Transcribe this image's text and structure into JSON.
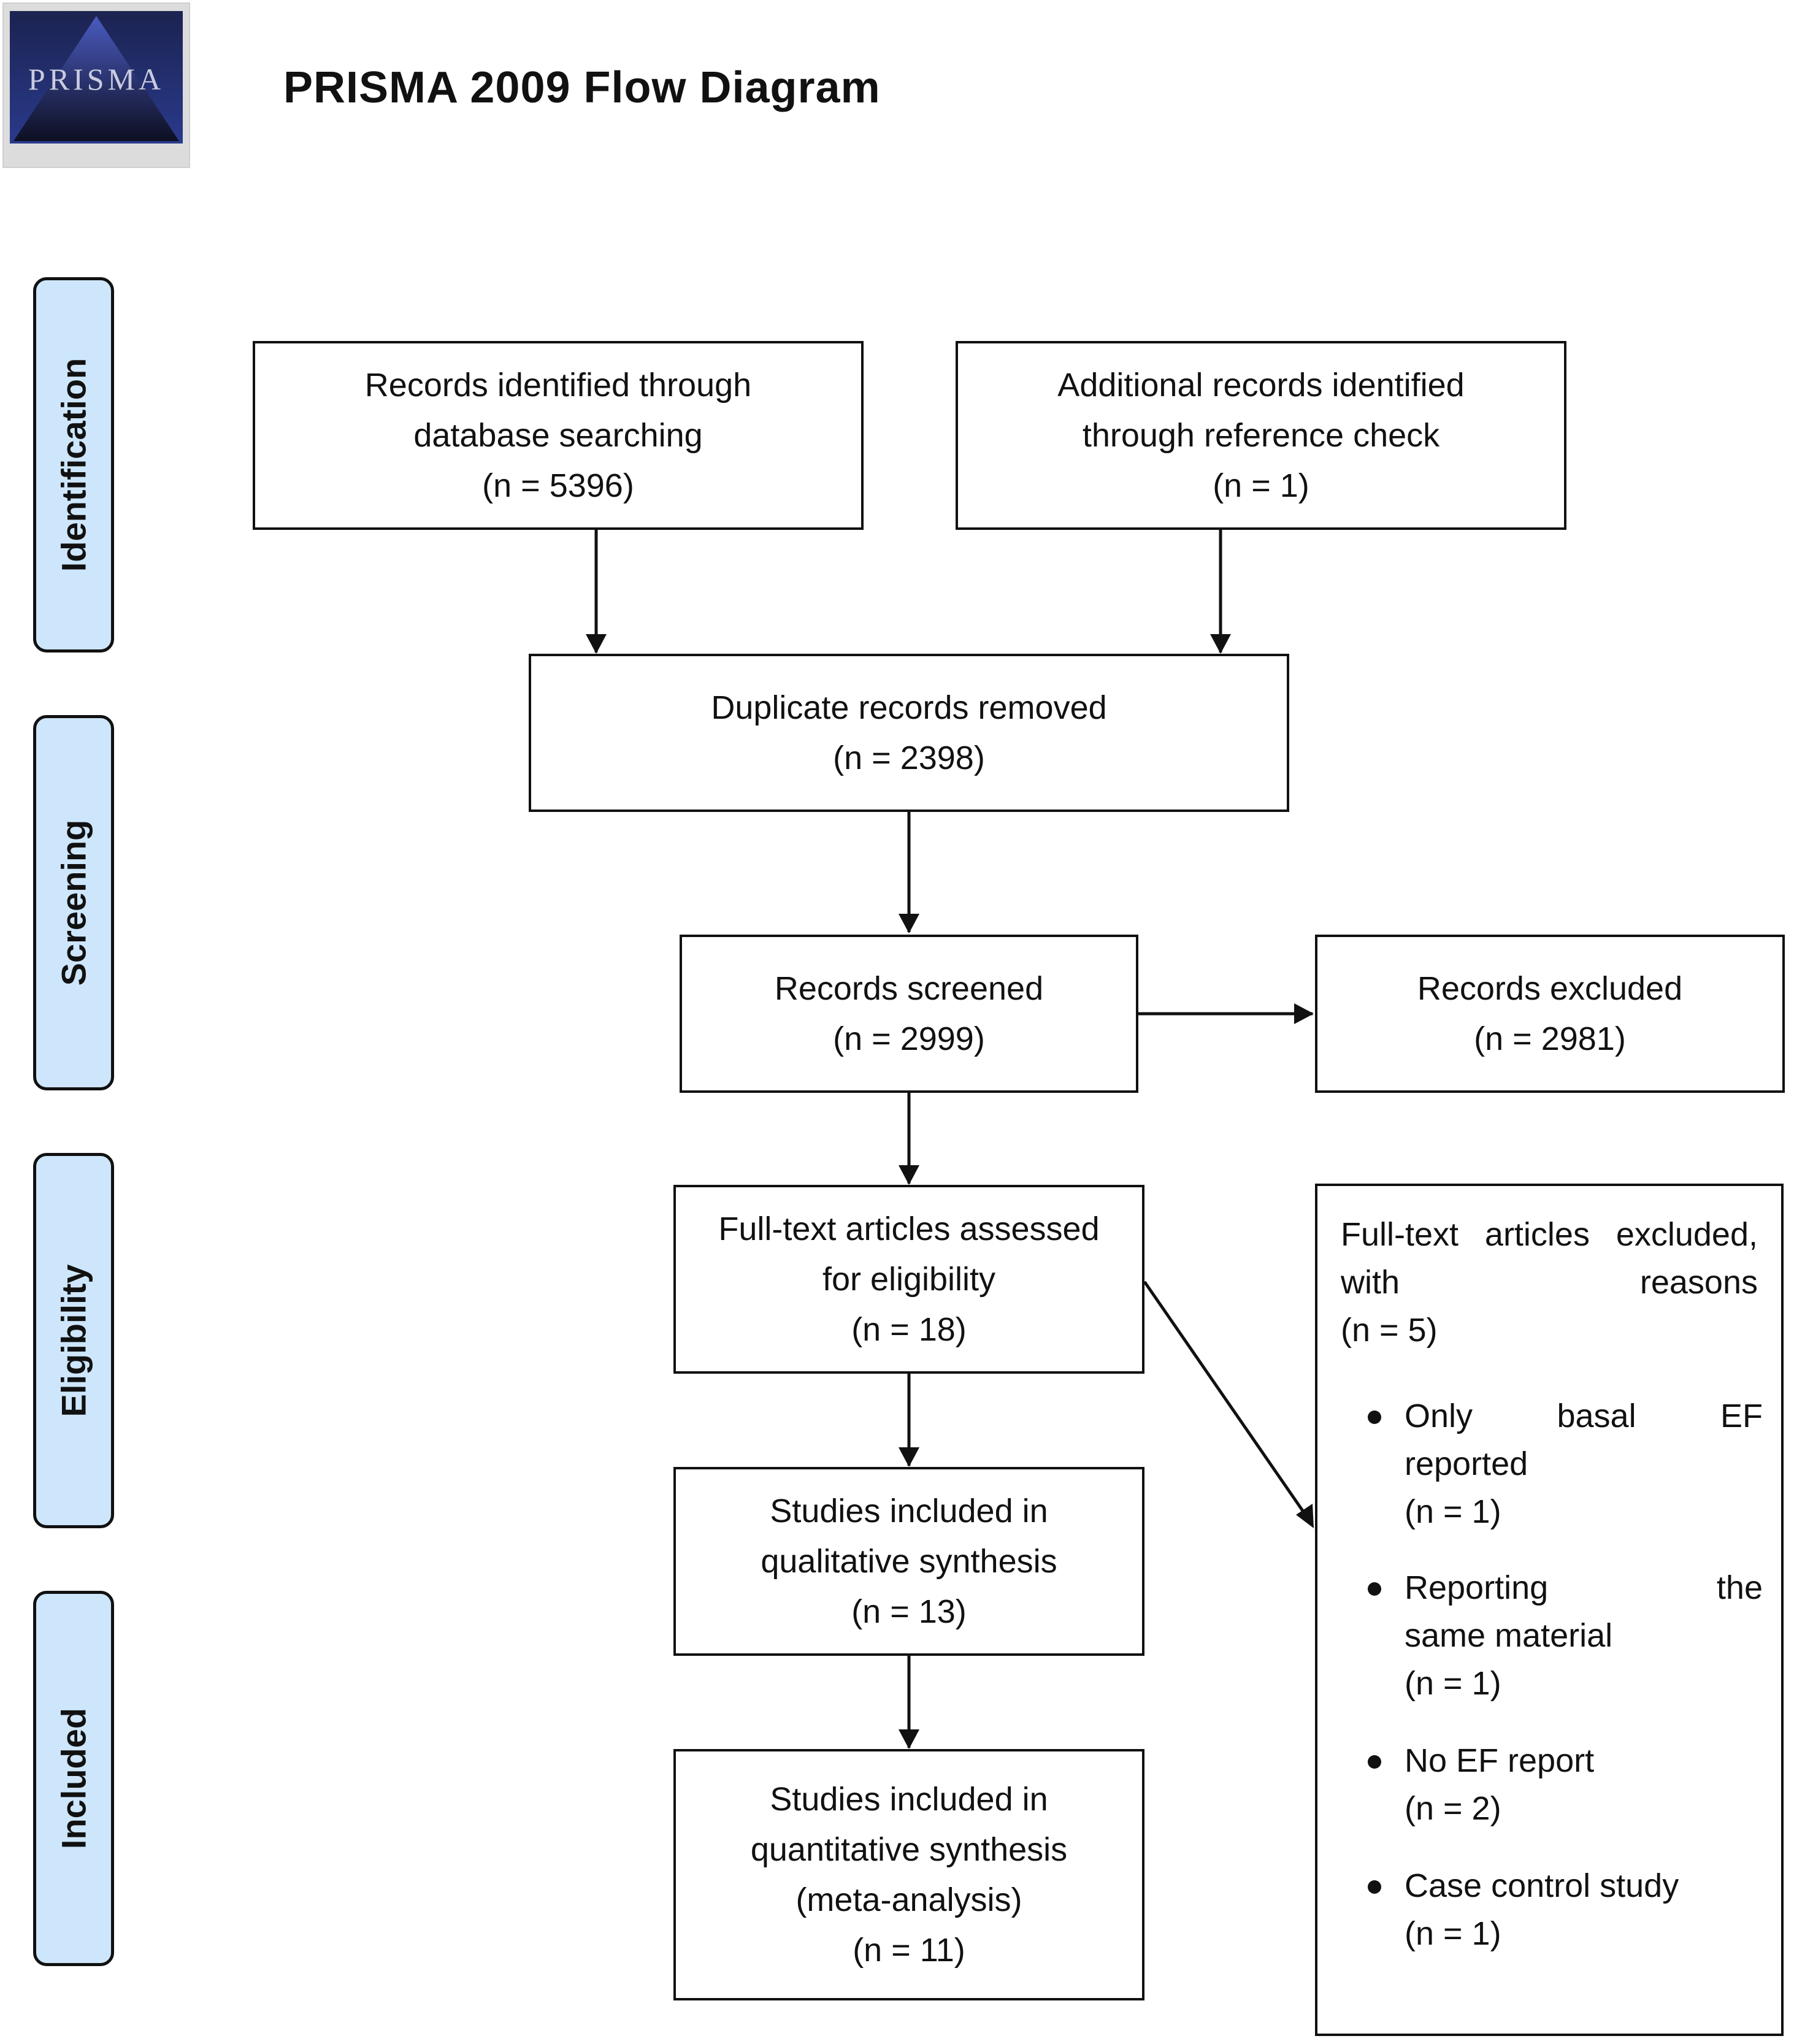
{
  "header": {
    "logo_text": "PRISMA",
    "title": "PRISMA 2009 Flow Diagram"
  },
  "stages": {
    "identification": "Identification",
    "screening": "Screening",
    "eligibility": "Eligibility",
    "included": "Included"
  },
  "boxes": {
    "database_search": {
      "line1": "Records identified through",
      "line2": "database searching",
      "count": "(n = 5396)"
    },
    "reference_check": {
      "line1": "Additional records identified",
      "line2": "through reference check",
      "count": "(n = 1)"
    },
    "duplicates_removed": {
      "line1": "Duplicate records removed",
      "count": "(n = 2398)"
    },
    "records_screened": {
      "line1": "Records screened",
      "count": "(n = 2999)"
    },
    "records_excluded": {
      "line1": "Records excluded",
      "count": "(n = 2981)"
    },
    "fulltext_assessed": {
      "line1": "Full-text articles assessed",
      "line2": "for eligibility",
      "count": "(n = 18)"
    },
    "qualitative": {
      "line1": "Studies included in",
      "line2": "qualitative synthesis",
      "count": "(n = 13)"
    },
    "quantitative": {
      "line1": "Studies included in",
      "line2": "quantitative synthesis",
      "line3": "(meta-analysis)",
      "count": "(n = 11)"
    }
  },
  "exclusions": {
    "header_w1": "Full-text",
    "header_w2": "articles",
    "header_w3": "excluded,",
    "header_w4": "with",
    "header_w5": "reasons",
    "header_count": "(n = 5)",
    "reasons": [
      {
        "w1": "Only",
        "w2": "basal",
        "w3": "EF",
        "line2": "reported",
        "count": "(n = 1)"
      },
      {
        "w1": "Reporting",
        "w2": "the",
        "line2": "same material",
        "count": "(n = 1)"
      },
      {
        "line1": "No EF report",
        "count": "(n = 2)"
      },
      {
        "line1": "Case control study",
        "count": "(n = 1)"
      }
    ]
  }
}
